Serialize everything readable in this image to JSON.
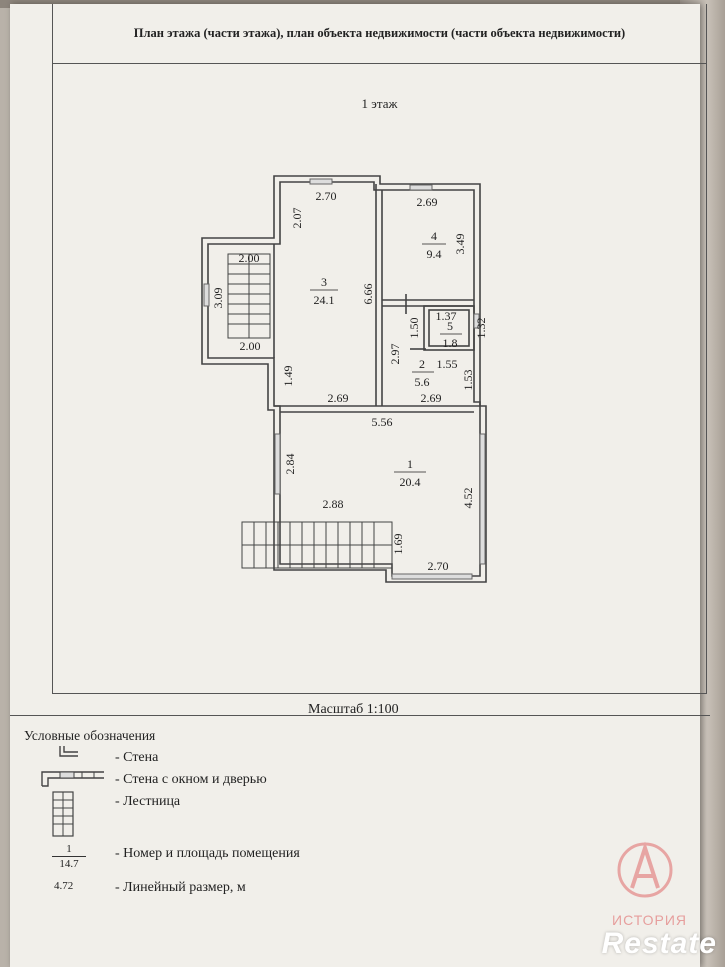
{
  "header": {
    "title": "План этажа (части этажа), план объекта недвижимости (части объекта недвижимости)"
  },
  "floor": {
    "label": "1 этаж"
  },
  "rooms": [
    {
      "number": "1",
      "area": "20.4"
    },
    {
      "number": "2",
      "area": "5.6"
    },
    {
      "number": "3",
      "area": "24.1"
    },
    {
      "number": "4",
      "area": "9.4"
    },
    {
      "number": "5",
      "area": "1.8"
    }
  ],
  "dimensions": {
    "d1": "2.70",
    "d2": "2.07",
    "d3": "2.69",
    "d4": "3.49",
    "d5": "2.00",
    "d6": "3.09",
    "d7": "6.66",
    "d8": "1.37",
    "d9": "1.50",
    "d10": "1.32",
    "d11": "2.97",
    "d12": "1.55",
    "d13": "1.53",
    "d14": "2.00",
    "d15": "1.49",
    "d16": "2.69",
    "d17": "2.69",
    "d18": "5.56",
    "d19": "2.84",
    "d20": "4.52",
    "d21": "2.88",
    "d22": "1.69",
    "d23": "2.70"
  },
  "scale": {
    "label": "Масштаб 1:100"
  },
  "legend": {
    "title": "Условные обозначения",
    "wall": "- Стена",
    "wall_window_door": "- Стена с окном и дверью",
    "stairs": "- Лестница",
    "room_number_area": "- Номер и площадь помещения",
    "linear_dimension": "- Линейный размер, м",
    "sample_number": "1",
    "sample_area": "14.7",
    "sample_dimension": "4.72"
  },
  "watermark": {
    "brand": "Restate",
    "logo_text": "ИСТОРИЯ"
  }
}
